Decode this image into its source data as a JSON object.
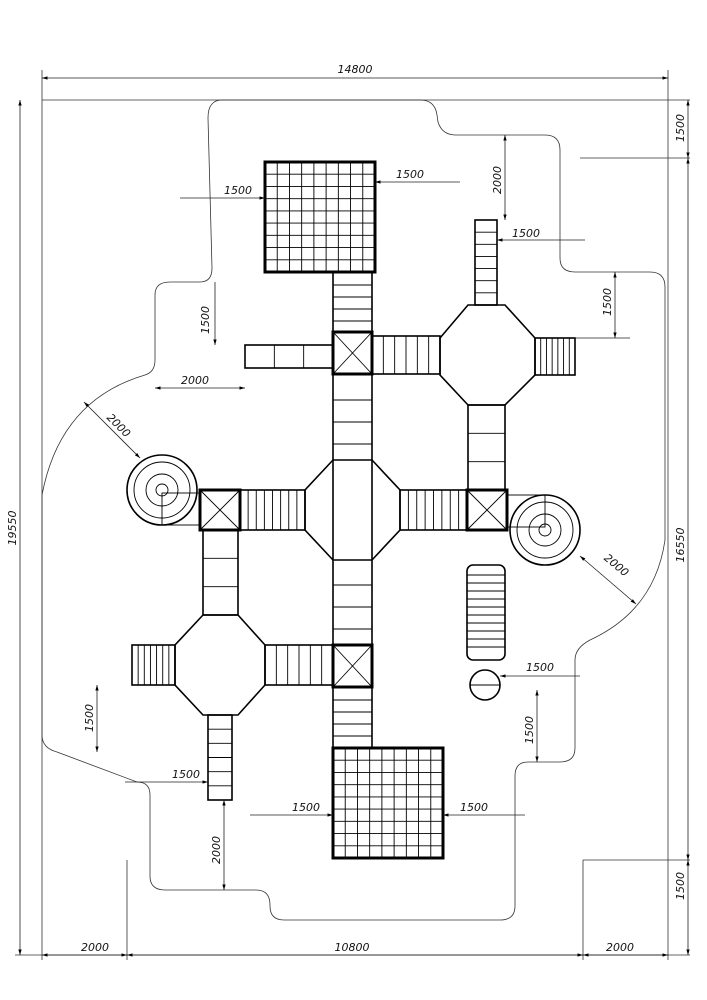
{
  "drawing": {
    "overall_width": "14800",
    "overall_height": "19550",
    "right_top": "1500",
    "right_middle": "16550",
    "right_bottom": "1500",
    "bottom_left": "2000",
    "bottom_middle": "10800",
    "bottom_right": "2000",
    "inner": [
      "1500",
      "1500",
      "2000",
      "1500",
      "1500",
      "1500",
      "2000",
      "2000",
      "2000",
      "1500",
      "1500",
      "1500",
      "1500",
      "2000",
      "1500",
      "1500"
    ]
  },
  "colors": {
    "line": "#000000",
    "background": "#ffffff"
  }
}
